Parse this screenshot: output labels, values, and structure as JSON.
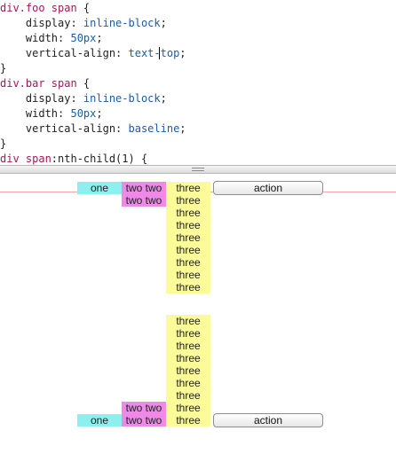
{
  "editor": {
    "lines": [
      [
        {
          "t": "div.foo span",
          "c": "tok-sel"
        },
        {
          "t": " {",
          "c": ""
        }
      ],
      [
        {
          "t": "    display: ",
          "c": ""
        },
        {
          "t": "inline-block",
          "c": "tok-val"
        },
        {
          "t": ";",
          "c": ""
        }
      ],
      [
        {
          "t": "    width: ",
          "c": ""
        },
        {
          "t": "50px",
          "c": "tok-num"
        },
        {
          "t": ";",
          "c": ""
        }
      ],
      [
        {
          "t": "    vertical-align: ",
          "c": ""
        },
        {
          "t": "text-top",
          "c": "tok-val"
        },
        {
          "t": ";",
          "c": ""
        }
      ],
      [
        {
          "t": "}",
          "c": ""
        }
      ],
      [
        {
          "t": "div.bar span",
          "c": "tok-sel"
        },
        {
          "t": " {",
          "c": ""
        }
      ],
      [
        {
          "t": "    display: ",
          "c": ""
        },
        {
          "t": "inline-block",
          "c": "tok-val"
        },
        {
          "t": ";",
          "c": ""
        }
      ],
      [
        {
          "t": "    width: ",
          "c": ""
        },
        {
          "t": "50px",
          "c": "tok-num"
        },
        {
          "t": ";",
          "c": ""
        }
      ],
      [
        {
          "t": "    vertical-align: ",
          "c": ""
        },
        {
          "t": "baseline",
          "c": "tok-val"
        },
        {
          "t": ";",
          "c": ""
        }
      ],
      [
        {
          "t": "}",
          "c": ""
        }
      ],
      [
        {
          "t": "div span",
          "c": "tok-sel"
        },
        {
          "t": ":nth-child(1) {",
          "c": ""
        }
      ]
    ]
  },
  "preview": {
    "foo": {
      "one": "one",
      "two": [
        "two two",
        "two two"
      ],
      "three": [
        "three",
        "three",
        "three",
        "three",
        "three",
        "three",
        "three",
        "three",
        "three"
      ],
      "button_label": "action"
    },
    "bar": {
      "one": "one",
      "two": [
        "two two",
        "two two"
      ],
      "three": [
        "three",
        "three",
        "three",
        "three",
        "three",
        "three",
        "three",
        "three",
        "three"
      ],
      "button_label": "action"
    }
  },
  "colors": {
    "one_bg": "#8ef0ee",
    "two_bg": "#ee8ae6",
    "three_bg": "#fbfb9a",
    "guide_line": "#f4a8a8"
  }
}
